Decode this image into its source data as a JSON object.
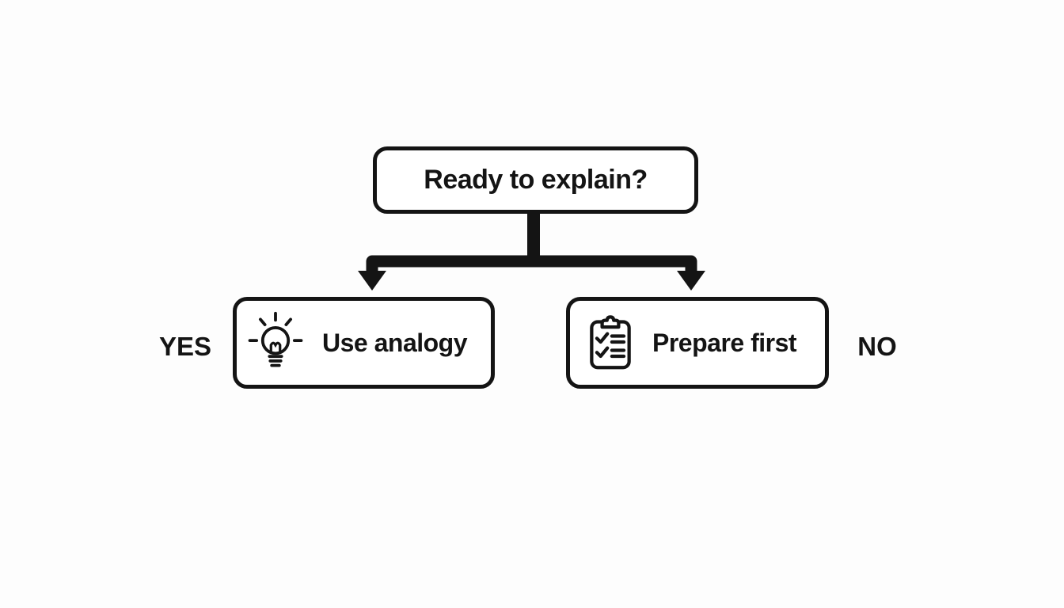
{
  "background": "#fdfdfd",
  "colors": {
    "ink": "#141414",
    "box_fill": "#ffffff"
  },
  "diagram": {
    "type": "flowchart",
    "root": {
      "label": "Ready to explain?"
    },
    "branches": [
      {
        "edge_label": "YES",
        "label": "Use analogy",
        "icon": "lightbulb-idea-icon"
      },
      {
        "edge_label": "NO",
        "label": "Prepare first",
        "icon": "clipboard-checklist-icon"
      }
    ]
  }
}
